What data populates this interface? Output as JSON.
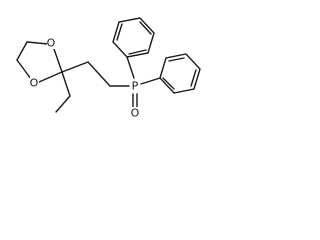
{
  "structure": {
    "atoms": {
      "oxygen_ring_top": "O",
      "oxygen_ring_bottom": "O",
      "phosphorus": "P",
      "oxygen_phosphoryl": "O"
    },
    "colors": {
      "bond": "#1a1a1a",
      "label": "#1a1a1a",
      "background": "#ffffff"
    }
  }
}
